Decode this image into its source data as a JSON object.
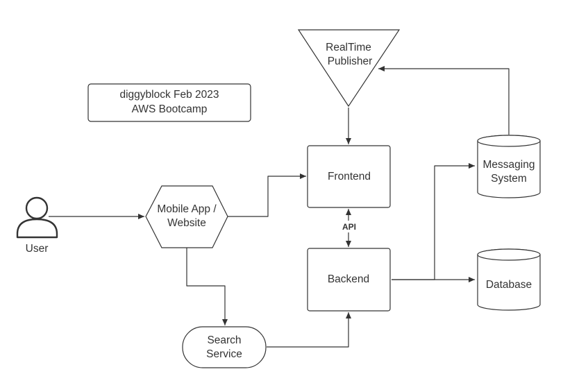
{
  "title": {
    "line1": "diggyblock Feb 2023",
    "line2": "AWS Bootcamp"
  },
  "nodes": {
    "user": "User",
    "mobile_app": [
      "Mobile App /",
      "Website"
    ],
    "realtime_publisher": [
      "RealTime",
      "Publisher"
    ],
    "frontend": "Frontend",
    "backend": "Backend",
    "messaging_system": [
      "Messaging",
      "System"
    ],
    "database": "Database",
    "search_service": [
      "Search",
      "Service"
    ]
  },
  "edges": {
    "api_label": "API"
  },
  "colors": {
    "stroke": "#333333",
    "fill": "#ffffff",
    "text": "#333333"
  },
  "icons": {
    "user": "user-person-icon"
  }
}
